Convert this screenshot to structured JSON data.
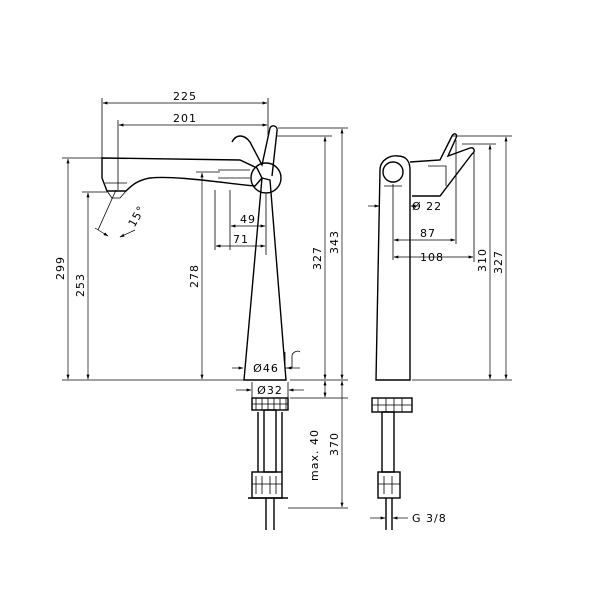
{
  "dimensions": {
    "d225": "225",
    "d201": "201",
    "d49": "49",
    "d71": "71",
    "d299": "299",
    "d253": "253",
    "d278": "278",
    "d327": "327",
    "d343": "343",
    "dia46": "Ø46",
    "dia32": "Ø32",
    "max40": "max. 40",
    "d370": "370",
    "angle15": "15°",
    "dia22": "Ø 22",
    "d87": "87",
    "d108": "108",
    "d310": "310",
    "d327b": "327",
    "g38": "G 3/8"
  }
}
